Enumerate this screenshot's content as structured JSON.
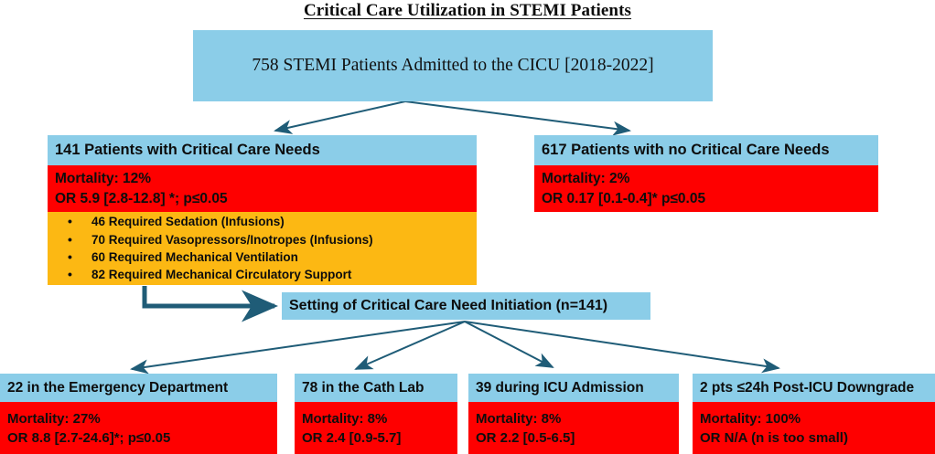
{
  "title": "Critical Care Utilization in STEMI Patients",
  "colors": {
    "blue": "#8BCDE8",
    "red": "#FE0000",
    "orange": "#FCB813",
    "arrow": "#1F5C77",
    "text": "#0d0d0d"
  },
  "top_box": {
    "label": "758 STEMI Patients Admitted to the CICU [2018-2022]"
  },
  "branches": [
    {
      "header": "141 Patients with Critical Care Needs",
      "mortality": "Mortality: 12%",
      "odds_ratio": "OR 5.9 [2.8-12.8] *; p≤0.05",
      "bullets": [
        "46 Required Sedation (Infusions)",
        "70 Required Vasopressors/Inotropes (Infusions)",
        "60 Required Mechanical Ventilation",
        "82 Required Mechanical Circulatory Support"
      ]
    },
    {
      "header": "617 Patients with no Critical Care Needs",
      "mortality": "Mortality: 2%",
      "odds_ratio": "OR 0.17 [0.1-0.4]* p≤0.05"
    }
  ],
  "setting_box": {
    "label": "Setting of Critical Care Need Initiation (n=141)"
  },
  "settings": [
    {
      "header": "22 in the Emergency Department",
      "mortality": "Mortality: 27%",
      "odds_ratio": "OR 8.8 [2.7-24.6]*; p≤0.05"
    },
    {
      "header": "78 in the Cath Lab",
      "mortality": "Mortality: 8%",
      "odds_ratio": "OR 2.4 [0.9-5.7]"
    },
    {
      "header": "39 during ICU Admission",
      "mortality": "Mortality: 8%",
      "odds_ratio": "OR 2.2 [0.5-6.5]"
    },
    {
      "header": "2 pts ≤24h Post-ICU Downgrade",
      "mortality": "Mortality: 100%",
      "odds_ratio": "OR N/A (n is too small)"
    }
  ]
}
